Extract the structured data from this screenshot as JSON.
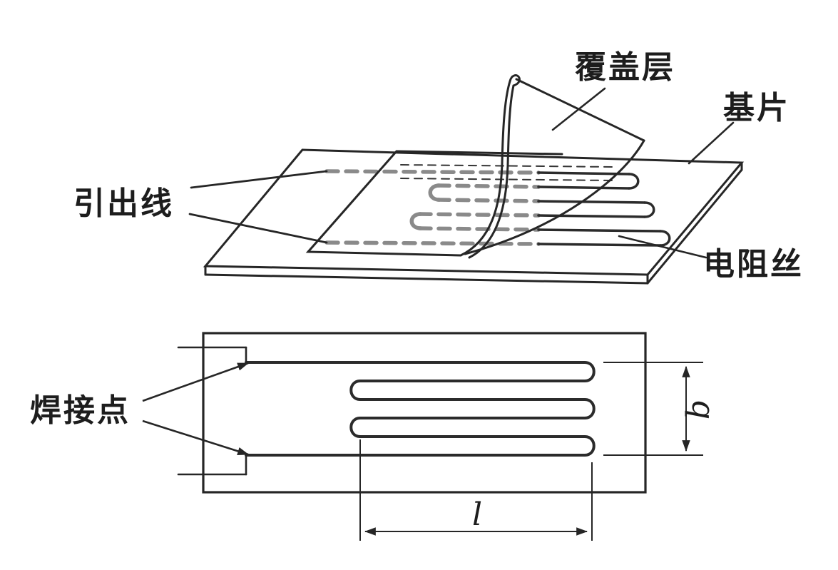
{
  "figure": {
    "labels": {
      "cover_layer": "覆盖层",
      "substrate": "基片",
      "lead_wire": "引出线",
      "resistance_wire": "电阻丝",
      "welding_point": "焊接点",
      "dim_grid_width": "b",
      "dim_grid_length": "l"
    },
    "colors": {
      "line": "#262626",
      "hidden_wire": "#8a8a8a",
      "background": "#ffffff"
    }
  }
}
